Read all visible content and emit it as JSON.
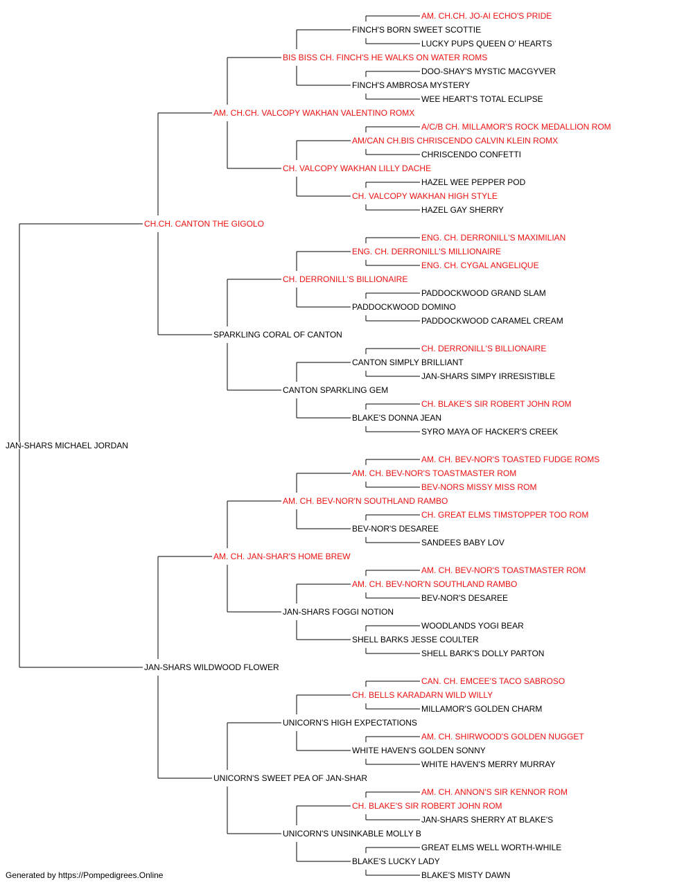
{
  "colors": {
    "titled": "#ee1111",
    "plain": "#000000",
    "line": "#000000"
  },
  "footer": "Generated by https://Pompedigrees.Online",
  "pedigree": {
    "name": "JAN-SHARS MICHAEL JORDAN",
    "titled": false,
    "sire": {
      "name": "CH.CH. CANTON THE GIGOLO",
      "titled": true,
      "sire": {
        "name": "AM. CH.CH. VALCOPY WAKHAN VALENTINO ROMX",
        "titled": true,
        "sire": {
          "name": "BIS BISS CH. FINCH'S HE WALKS ON WATER ROMS",
          "titled": true,
          "sire": {
            "name": "FINCH'S BORN SWEET SCOTTIE",
            "titled": false,
            "sire": {
              "name": "AM. CH.CH. JO-AI ECHO'S PRIDE",
              "titled": true
            },
            "dam": {
              "name": "LUCKY PUPS QUEEN O' HEARTS",
              "titled": false
            }
          },
          "dam": {
            "name": "FINCH'S AMBROSA MYSTERY",
            "titled": false,
            "sire": {
              "name": "DOO-SHAY'S MYSTIC MACGYVER",
              "titled": false
            },
            "dam": {
              "name": "WEE HEART'S TOTAL ECLIPSE",
              "titled": false
            }
          }
        },
        "dam": {
          "name": "CH. VALCOPY WAKHAN LILLY DACHE",
          "titled": true,
          "sire": {
            "name": "AM/CAN CH.BIS CHRISCENDO CALVIN KLEIN ROMX",
            "titled": true,
            "sire": {
              "name": "A/C/B CH. MILLAMOR'S ROCK MEDALLION ROM",
              "titled": true
            },
            "dam": {
              "name": "CHRISCENDO CONFETTI",
              "titled": false
            }
          },
          "dam": {
            "name": "CH. VALCOPY WAKHAN HIGH STYLE",
            "titled": true,
            "sire": {
              "name": "HAZEL WEE PEPPER POD",
              "titled": false
            },
            "dam": {
              "name": "HAZEL GAY SHERRY",
              "titled": false
            }
          }
        }
      },
      "dam": {
        "name": "SPARKLING CORAL OF CANTON",
        "titled": false,
        "sire": {
          "name": "CH. DERRONILL'S BILLIONAIRE",
          "titled": true,
          "sire": {
            "name": "ENG. CH. DERRONILL'S MILLIONAIRE",
            "titled": true,
            "sire": {
              "name": "ENG. CH. DERRONILL'S MAXIMILIAN",
              "titled": true
            },
            "dam": {
              "name": "ENG. CH. CYGAL ANGELIQUE",
              "titled": true
            }
          },
          "dam": {
            "name": "PADDOCKWOOD DOMINO",
            "titled": false,
            "sire": {
              "name": "PADDOCKWOOD GRAND SLAM",
              "titled": false
            },
            "dam": {
              "name": "PADDOCKWOOD CARAMEL CREAM",
              "titled": false
            }
          }
        },
        "dam": {
          "name": "CANTON SPARKLING GEM",
          "titled": false,
          "sire": {
            "name": "CANTON SIMPLY BRILLIANT",
            "titled": false,
            "sire": {
              "name": "CH. DERRONILL'S BILLIONAIRE",
              "titled": true
            },
            "dam": {
              "name": "JAN-SHARS SIMPY IRRESISTIBLE",
              "titled": false
            }
          },
          "dam": {
            "name": "BLAKE'S DONNA JEAN",
            "titled": false,
            "sire": {
              "name": "CH. BLAKE'S SIR ROBERT JOHN ROM",
              "titled": true
            },
            "dam": {
              "name": "SYRO MAYA OF HACKER'S CREEK",
              "titled": false
            }
          }
        }
      }
    },
    "dam": {
      "name": "JAN-SHARS WILDWOOD FLOWER",
      "titled": false,
      "sire": {
        "name": "AM. CH. JAN-SHAR'S HOME BREW",
        "titled": true,
        "sire": {
          "name": "AM. CH. BEV-NOR'N SOUTHLAND RAMBO",
          "titled": true,
          "sire": {
            "name": "AM. CH. BEV-NOR'S TOASTMASTER ROM",
            "titled": true,
            "sire": {
              "name": "AM. CH. BEV-NOR'S TOASTED FUDGE ROMS",
              "titled": true
            },
            "dam": {
              "name": "BEV-NORS MISSY MISS ROM",
              "titled": true
            }
          },
          "dam": {
            "name": "BEV-NOR'S DESAREE",
            "titled": false,
            "sire": {
              "name": "CH. GREAT ELMS TIMSTOPPER TOO ROM",
              "titled": true
            },
            "dam": {
              "name": "SANDEES BABY LOV",
              "titled": false
            }
          }
        },
        "dam": {
          "name": "JAN-SHARS FOGGI NOTION",
          "titled": false,
          "sire": {
            "name": "AM. CH. BEV-NOR'N SOUTHLAND RAMBO",
            "titled": true,
            "sire": {
              "name": "AM. CH. BEV-NOR'S TOASTMASTER ROM",
              "titled": true
            },
            "dam": {
              "name": "BEV-NOR'S DESAREE",
              "titled": false
            }
          },
          "dam": {
            "name": "SHELL BARKS JESSE COULTER",
            "titled": false,
            "sire": {
              "name": "WOODLANDS YOGI BEAR",
              "titled": false
            },
            "dam": {
              "name": "SHELL BARK'S DOLLY PARTON",
              "titled": false
            }
          }
        }
      },
      "dam": {
        "name": "UNICORN'S SWEET PEA OF JAN-SHAR",
        "titled": false,
        "sire": {
          "name": "UNICORN'S HIGH EXPECTATIONS",
          "titled": false,
          "sire": {
            "name": "CH. BELLS KARADARN WILD WILLY",
            "titled": true,
            "sire": {
              "name": "CAN. CH. EMCEE'S TACO SABROSO",
              "titled": true
            },
            "dam": {
              "name": "MILLAMOR'S GOLDEN CHARM",
              "titled": false
            }
          },
          "dam": {
            "name": "WHITE HAVEN'S GOLDEN SONNY",
            "titled": false,
            "sire": {
              "name": "AM. CH. SHIRWOOD'S GOLDEN NUGGET",
              "titled": true
            },
            "dam": {
              "name": "WHITE HAVEN'S MERRY MURRAY",
              "titled": false
            }
          }
        },
        "dam": {
          "name": "UNICORN'S UNSINKABLE MOLLY B",
          "titled": false,
          "sire": {
            "name": "CH. BLAKE'S SIR ROBERT JOHN ROM",
            "titled": true,
            "sire": {
              "name": "AM. CH. ANNON'S SIR KENNOR ROM",
              "titled": true
            },
            "dam": {
              "name": "JAN-SHARS SHERRY AT BLAKE'S",
              "titled": false
            }
          },
          "dam": {
            "name": "BLAKE'S LUCKY LADY",
            "titled": false,
            "sire": {
              "name": "GREAT ELMS WELL WORTH-WHILE",
              "titled": false
            },
            "dam": {
              "name": "BLAKE'S MISTY DAWN",
              "titled": false
            }
          }
        }
      }
    }
  }
}
